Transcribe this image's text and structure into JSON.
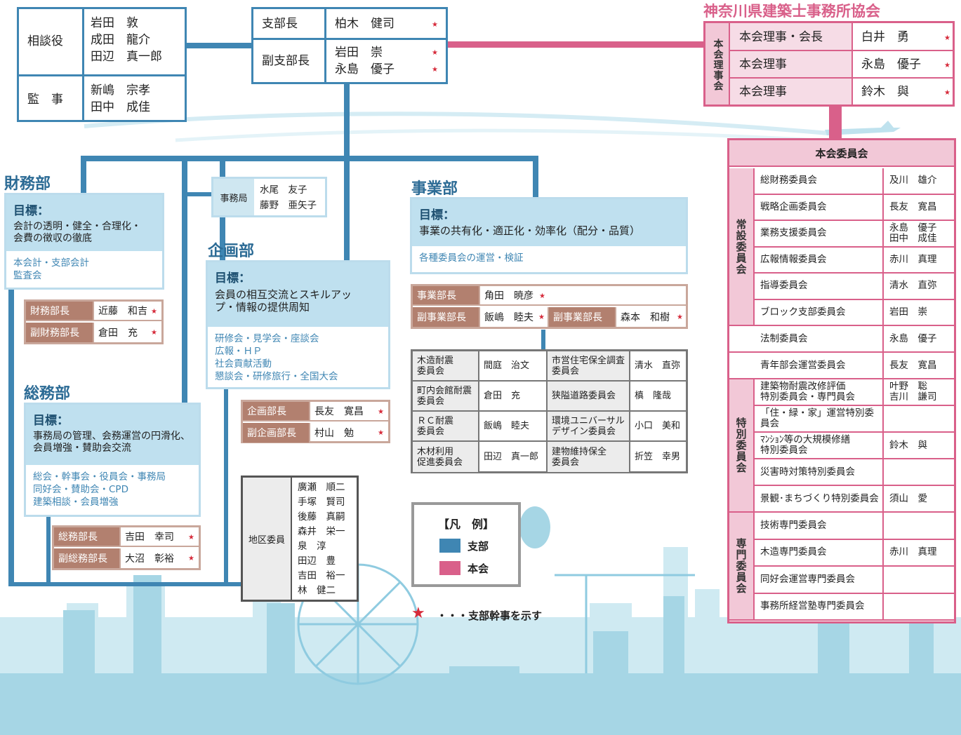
{
  "advisors": {
    "role1": "相談役",
    "names1": "岩田　敦\n成田　龍介\n田辺　真一郎",
    "role2": "監　事",
    "names2": "新嶋　宗孝\n田中　成佳"
  },
  "branch_head": {
    "role1": "支部長",
    "name1": "柏木　健司",
    "role2": "副支部長",
    "name2a": "岩田　崇",
    "name2b": "永島　優子"
  },
  "association": {
    "title": "神奈川県建築士事務所協会",
    "board_label": "本会理事会",
    "rows": [
      {
        "role": "本会理事・会長",
        "name": "白井　勇"
      },
      {
        "role": "本会理事",
        "name": "永島　優子"
      },
      {
        "role": "本会理事",
        "name": "鈴木　與"
      }
    ]
  },
  "committees": {
    "title": "本会委員会",
    "standing_label": "常設委員会",
    "special_label": "特別委員会",
    "expert_label": "専門委員会",
    "standing": [
      {
        "name": "総財務委員会",
        "member": "及川　雄介"
      },
      {
        "name": "戦略企画委員会",
        "member": "長友　寛昌"
      },
      {
        "name": "業務支援委員会",
        "member": "永島　優子\n田中　成佳"
      },
      {
        "name": "広報情報委員会",
        "member": "赤川　真理"
      },
      {
        "name": "指導委員会",
        "member": "清水　直弥"
      },
      {
        "name": "ブロック支部委員会",
        "member": "岩田　崇"
      }
    ],
    "other": [
      {
        "name": "法制委員会",
        "member": "永島　優子"
      },
      {
        "name": "青年部会運営委員会",
        "member": "長友　寛昌"
      }
    ],
    "special": [
      {
        "name": "建築物耐震改修評価\n特別委員会・専門員会",
        "member": "叶野　聡\n吉川　謙司"
      },
      {
        "name": "「住・緑・家」運営特別委員会",
        "member": ""
      },
      {
        "name": "ﾏﾝｼｮﾝ等の大規模修繕\n特別委員会",
        "member": "鈴木　與"
      },
      {
        "name": "災害時対策特別委員会",
        "member": ""
      },
      {
        "name": "景観･まちづくり特別委員会",
        "member": "須山　愛"
      }
    ],
    "expert": [
      {
        "name": "技術専門委員会",
        "member": ""
      },
      {
        "name": "木造専門委員会",
        "member": "赤川　真理"
      },
      {
        "name": "同好会運営専門委員会",
        "member": ""
      },
      {
        "name": "事務所経営塾専門委員会",
        "member": ""
      }
    ]
  },
  "finance": {
    "title": "財務部",
    "goal_label": "目標：",
    "goal": "会計の透明・健全・合理化・\n会費の徴収の徹底",
    "acts": "本会計・支部会計\n監査会",
    "officers": [
      {
        "role": "財務部長",
        "name": "近藤　和吉"
      },
      {
        "role": "副財務部長",
        "name": "倉田　充"
      }
    ]
  },
  "office": {
    "role": "事務局",
    "names": "水尾　友子\n藤野　亜矢子"
  },
  "general": {
    "title": "総務部",
    "goal_label": "目標：",
    "goal": "事務局の管理、会務運営の円滑化、\n会員増強・賛助会交流",
    "acts": "総会・幹事会・役員会・事務局\n同好会・賛助会・CPD\n建築相談・会員増強",
    "officers": [
      {
        "role": "総務部長",
        "name": "吉田　幸司"
      },
      {
        "role": "副総務部長",
        "name": "大沼　彰裕"
      }
    ]
  },
  "planning": {
    "title": "企画部",
    "goal_label": "目標：",
    "goal": "会員の相互交流とスキルアッ\nプ・情報の提供周知",
    "acts": "研修会・見学会・座談会\n広報・ＨＰ\n社会貢献活動\n懇談会・研修旅行・全国大会",
    "officers": [
      {
        "role": "企画部長",
        "name": "長友　寛昌"
      },
      {
        "role": "副企画部長",
        "name": "村山　勉"
      }
    ]
  },
  "district": {
    "label": "地区委員",
    "names": "廣瀬　順二\n手塚　賢司\n後藤　真嗣\n森井　栄一\n泉　淳\n田辺　豊\n吉田　裕一\n林　健二"
  },
  "business": {
    "title": "事業部",
    "goal_label": "目標：",
    "goal": "事業の共有化・適正化・効率化（配分・品質）",
    "acts": "各種委員会の運営・検証",
    "head_role": "事業部長",
    "head_name": "角田　暁彦",
    "vice_role": "副事業部長",
    "vice_name1": "飯嶋　睦夫",
    "vice_name2": "森本　和樹",
    "committees": [
      {
        "name": "木造耐震\n委員会",
        "member": "間庭　治文",
        "name2": "市営住宅保全調査\n委員会",
        "member2": "清水　直弥"
      },
      {
        "name": "町内会館耐震\n委員会",
        "member": "倉田　充",
        "name2": "狭隘道路委員会",
        "member2": "槙　隆哉"
      },
      {
        "name": "ＲＣ耐震\n委員会",
        "member": "飯嶋　睦夫",
        "name2": "環境ユニバーサル\nデザイン委員会",
        "member2": "小口　美和"
      },
      {
        "name": "木材利用\n促進委員会",
        "member": "田辺　真一郎",
        "name2": "建物維持保全\n委員会",
        "member2": "折笠　幸男"
      }
    ]
  },
  "legend": {
    "title": "【凡　例】",
    "branch": "支部",
    "main": "本会",
    "star_note": "・・・支部幹事を示す",
    "colors": {
      "branch": "#3f86b3",
      "main": "#d9608a",
      "star": "#d62a3a"
    }
  }
}
